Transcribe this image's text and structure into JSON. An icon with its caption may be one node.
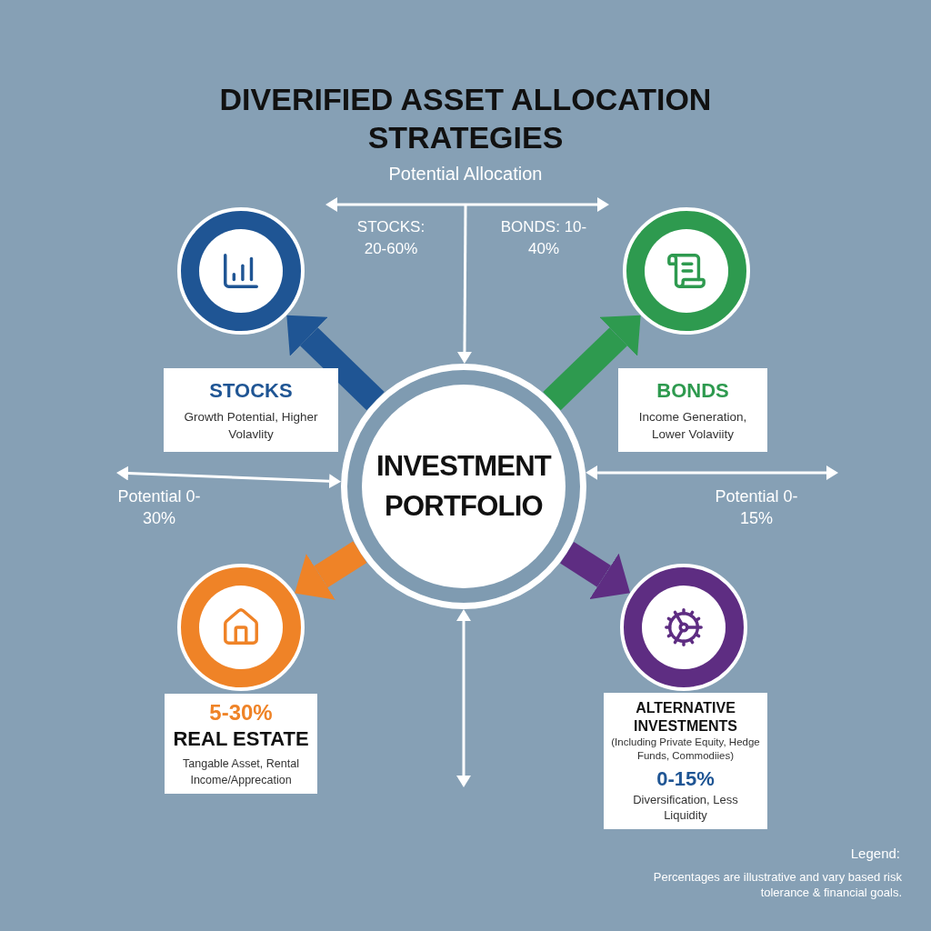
{
  "diagram": {
    "title": "DIVERIFIED ASSET ALLOCATION STRATEGIES",
    "nodes": [
      {
        "text": [
          "INVESTMENT PORTFOLIO"
        ]
      },
      {
        "text": [],
        "shape": "circle"
      },
      {
        "text": [],
        "shape": "circle"
      },
      {
        "text": [],
        "shape": "circle"
      },
      {
        "text": [],
        "shape": "circle"
      },
      {
        "text": [
          "STOCKS",
          "Growth Potential, Higher Volavlity"
        ]
      },
      {
        "text": [
          "BONDS",
          "Income Generation, Lower Volaviity"
        ]
      },
      {
        "text": [
          "5-30%",
          "REAL ESTATE",
          "Tangable Asset, Rental Income/Apprecation"
        ]
      },
      {
        "text": [
          "ALTERNATIVE INVESTMENTS",
          "(Including Private Equity, Hedge Funds, Commodiies)",
          "0-15%",
          "Diversification, Less Liquidity"
        ]
      }
    ],
    "edges": [
      {
        "from": 0,
        "to": 1,
        "arrow": "to",
        "style": "thick",
        "color": "#1f5594"
      },
      {
        "from": 0,
        "to": 2,
        "arrow": "to",
        "style": "thick",
        "color": "#2e9a4f"
      },
      {
        "from": 0,
        "to": 3,
        "arrow": "to",
        "style": "thick",
        "color": "#ef8327"
      },
      {
        "from": 0,
        "to": 4,
        "arrow": "to",
        "style": "thick",
        "color": "#5e2d82"
      },
      {
        "from": null,
        "to": 0,
        "arrow": "to"
      },
      {
        "from": null,
        "to": 0,
        "arrow": "both"
      },
      {
        "from": 0,
        "to": null,
        "arrow": "both"
      },
      {
        "from": 0,
        "to": null,
        "arrow": "both"
      }
    ],
    "labels": [
      "Potential Allocation",
      "STOCKS: 20-60%",
      "BONDS: 10-40%",
      "Potential 0-30%",
      "Potential 0-15%",
      "Legend:",
      "Percentages are illustrative and vary based risk tolerance & financial goals."
    ]
  }
}
